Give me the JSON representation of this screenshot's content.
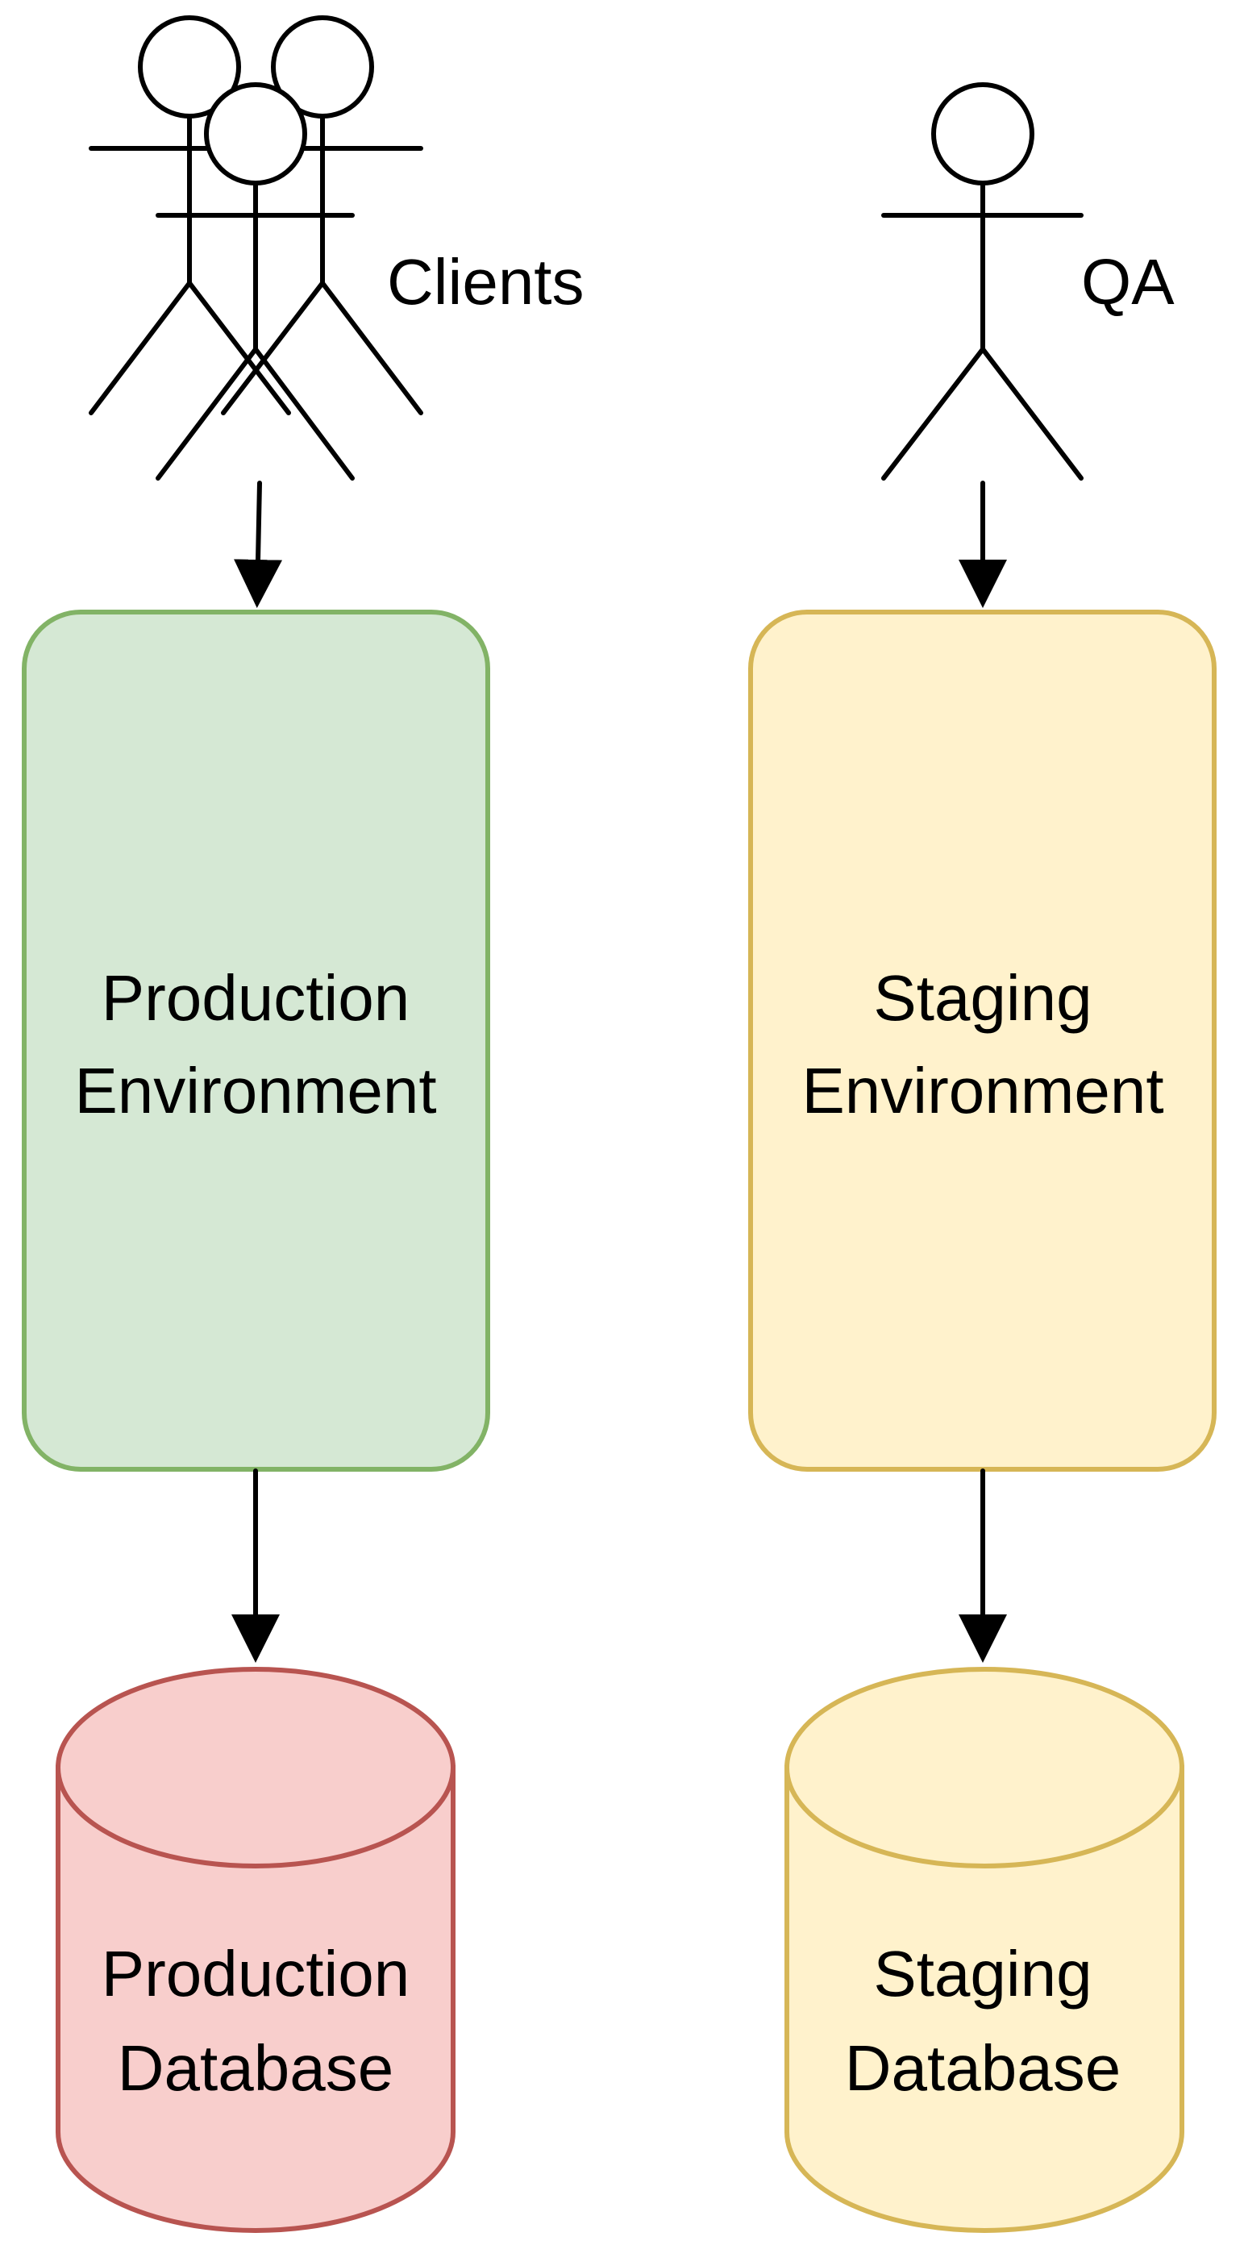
{
  "actors": {
    "clients": {
      "label": "Clients"
    },
    "qa": {
      "label": "QA"
    }
  },
  "environments": {
    "production": {
      "line1": "Production",
      "line2": "Environment",
      "fill": "#d5e8d4",
      "stroke": "#82b366"
    },
    "staging": {
      "line1": "Staging",
      "line2": "Environment",
      "fill": "#fff2cc",
      "stroke": "#d6b656"
    }
  },
  "databases": {
    "production": {
      "line1": "Production",
      "line2": "Database",
      "fill": "#f8cecc",
      "stroke": "#b85450"
    },
    "staging": {
      "line1": "Staging",
      "line2": "Database",
      "fill": "#fff2cc",
      "stroke": "#d6b656"
    }
  }
}
